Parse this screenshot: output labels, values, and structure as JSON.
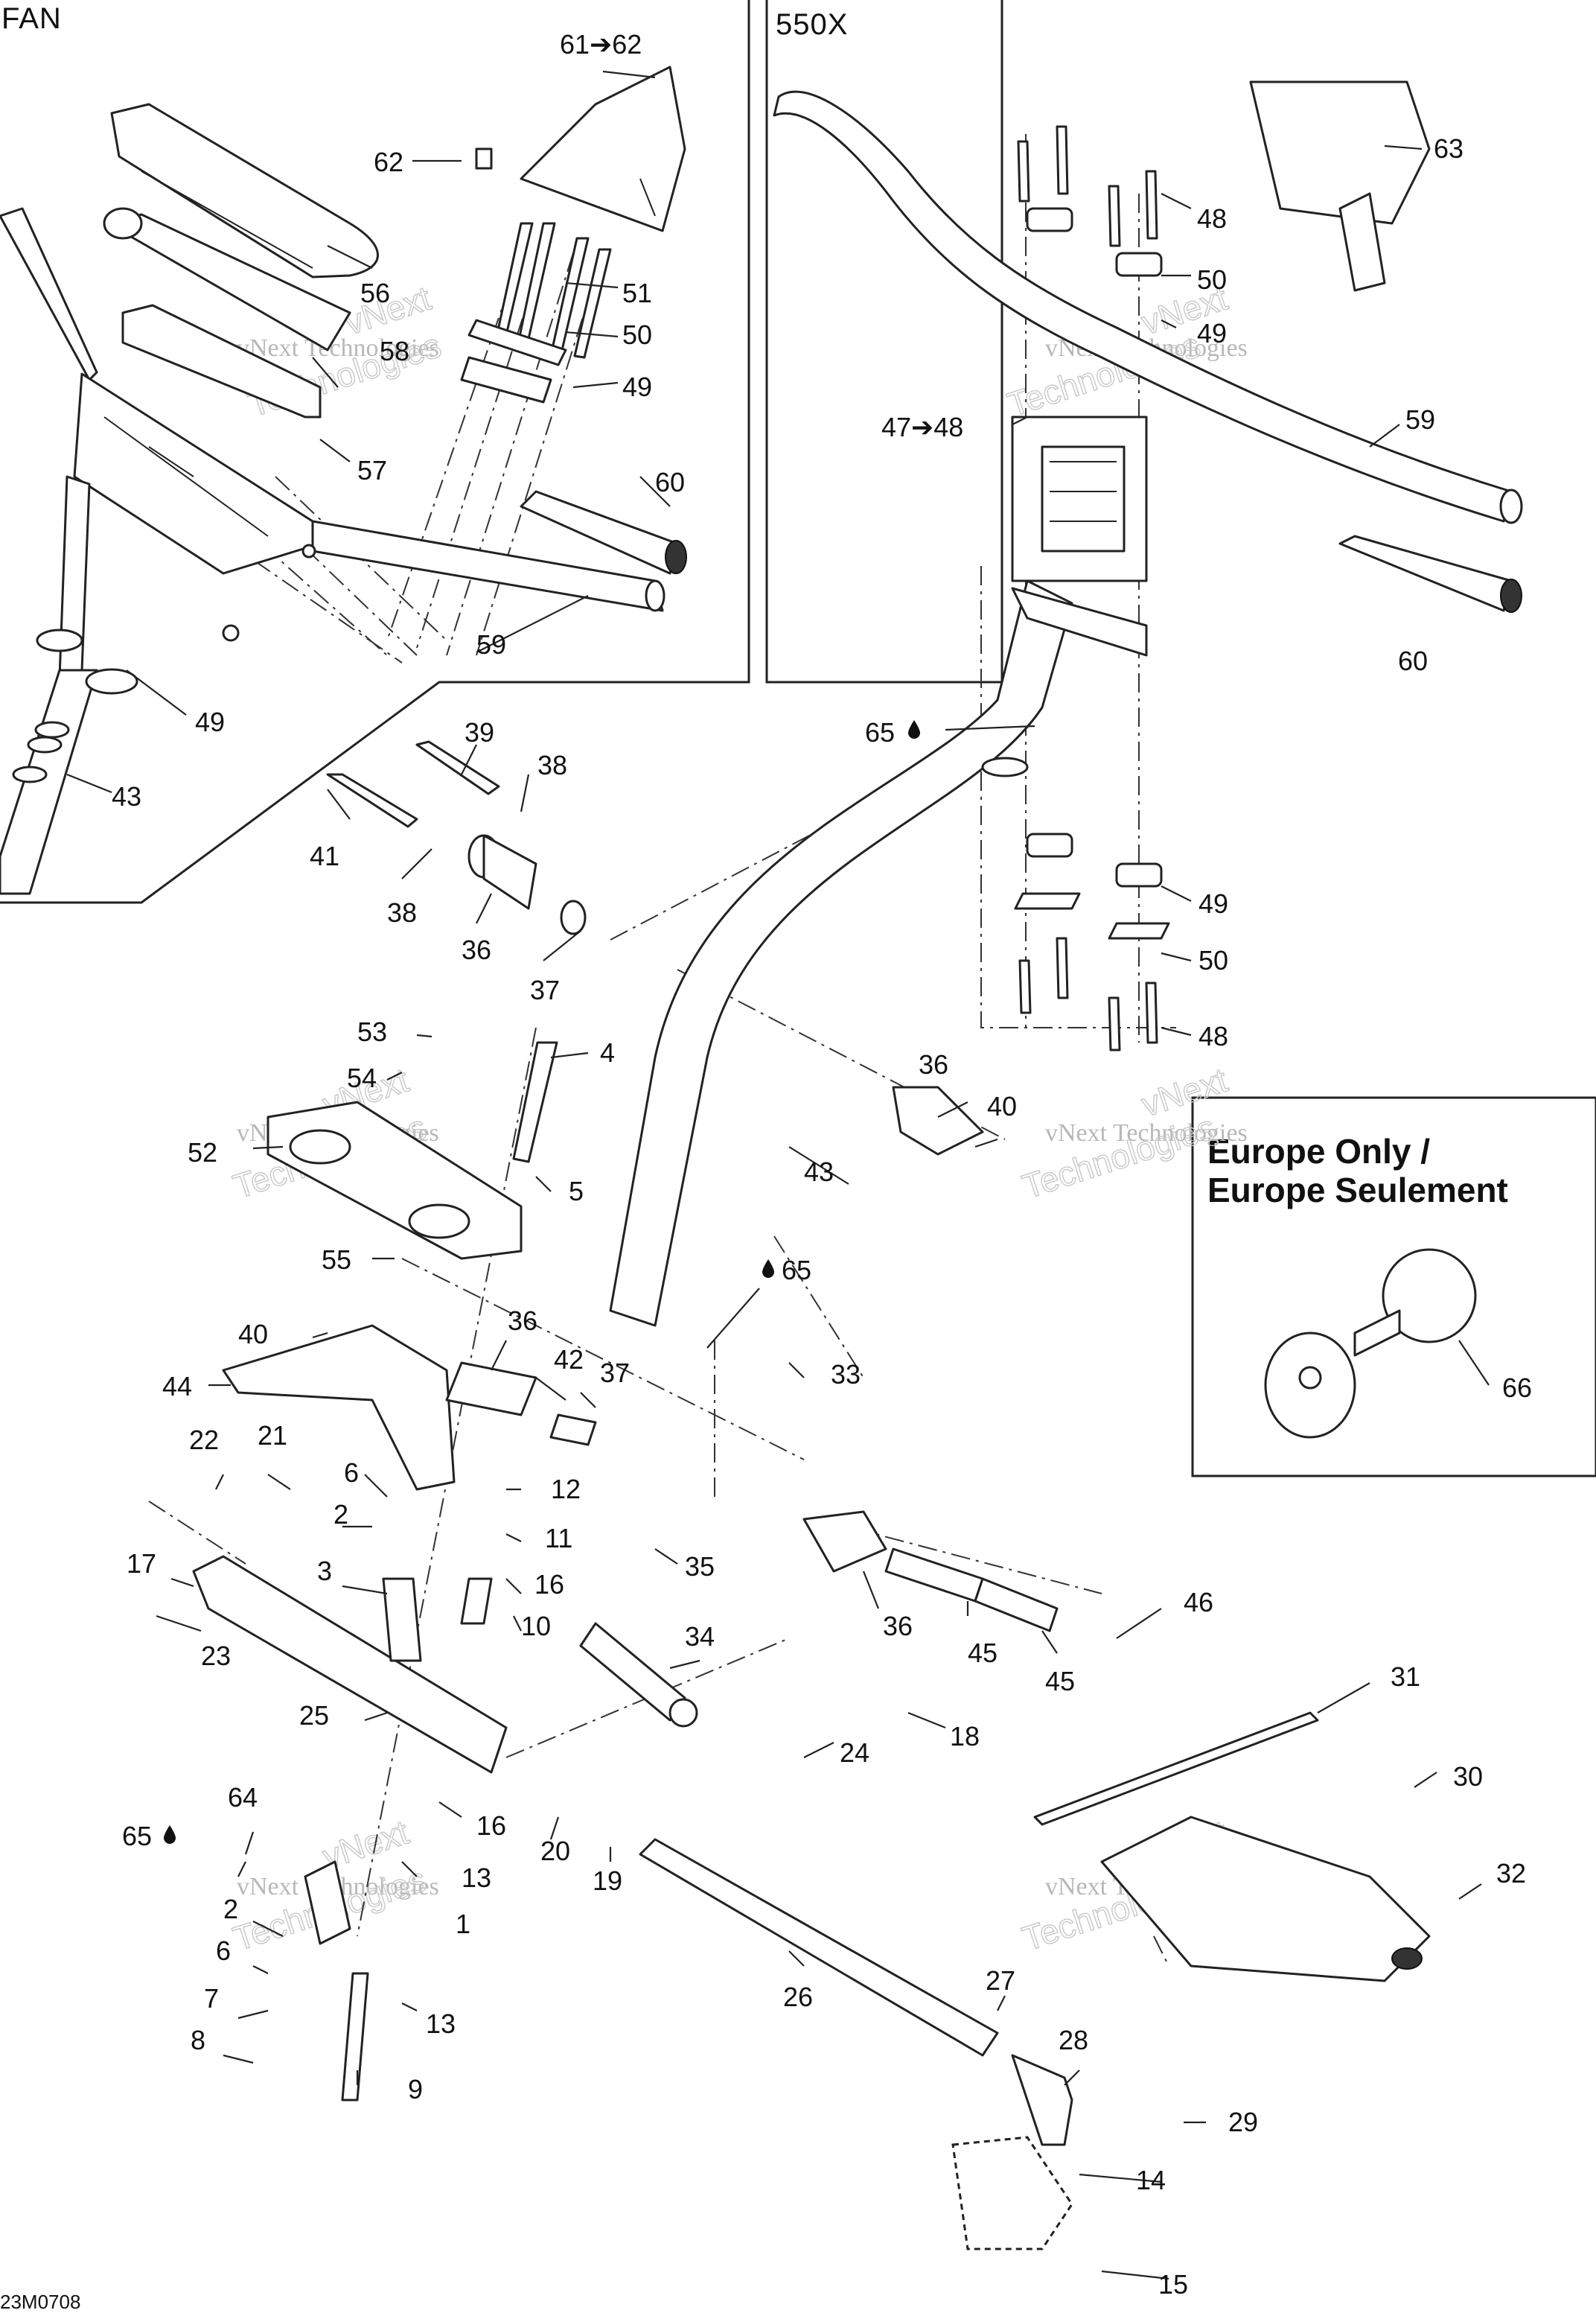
{
  "panels": {
    "fan_title": "FAN",
    "x550_title": "550X",
    "europe_title_line1": "Europe Only /",
    "europe_title_line2": "Europe Seulement"
  },
  "drawing_code": "23M0708",
  "watermark": {
    "company": "vNext Technologies",
    "word1": "vNext",
    "word2": "Technologies"
  },
  "icons": {
    "oil_drop": "oil-drop-icon",
    "arrow": "right-arrow-icon"
  },
  "callouts": {
    "fan_61_62": "61➔62",
    "fan_62": "62",
    "fan_56": "56",
    "fan_51": "51",
    "fan_50": "50",
    "fan_49": "49",
    "fan_58": "58",
    "fan_57": "57",
    "fan_60": "60",
    "fan_59": "59",
    "fan_49b": "49",
    "fan_43": "43",
    "x_63": "63",
    "x_48": "48",
    "x_50": "50",
    "x_49": "49",
    "x_47_48": "47➔48",
    "x_59": "59",
    "x_60": "60",
    "x_65": "65",
    "x_49b": "49",
    "x_50b": "50",
    "x_48b": "48",
    "c39": "39",
    "c38a": "38",
    "c41": "41",
    "c38b": "38",
    "c36a": "36",
    "c37a": "37",
    "c53": "53",
    "c4": "4",
    "c54": "54",
    "c52": "52",
    "c5": "5",
    "c55": "55",
    "c36b": "36",
    "c40a": "40",
    "c43": "43",
    "c65b": "65",
    "c40b": "40",
    "c36c": "36",
    "c44": "44",
    "c42": "42",
    "c37b": "37",
    "c33": "33",
    "c22": "22",
    "c21": "21",
    "c6a": "6",
    "c12": "12",
    "c2a": "2",
    "c11": "11",
    "c17": "17",
    "c3": "3",
    "c16a": "16",
    "c10": "10",
    "c35": "35",
    "c23": "23",
    "c34": "34",
    "c36d": "36",
    "c45a": "45",
    "c45b": "45",
    "c46": "46",
    "c25": "25",
    "c24": "24",
    "c18": "18",
    "c31": "31",
    "c30": "30",
    "c16b": "16",
    "c64": "64",
    "c65c": "65",
    "c13a": "13",
    "c1": "1",
    "c20": "20",
    "c19": "19",
    "c32": "32",
    "c2b": "2",
    "c6b": "6",
    "c7": "7",
    "c8": "8",
    "c13b": "13",
    "c9": "9",
    "c26": "26",
    "c27": "27",
    "c28": "28",
    "c29": "29",
    "c14": "14",
    "c15": "15",
    "c66": "66"
  }
}
